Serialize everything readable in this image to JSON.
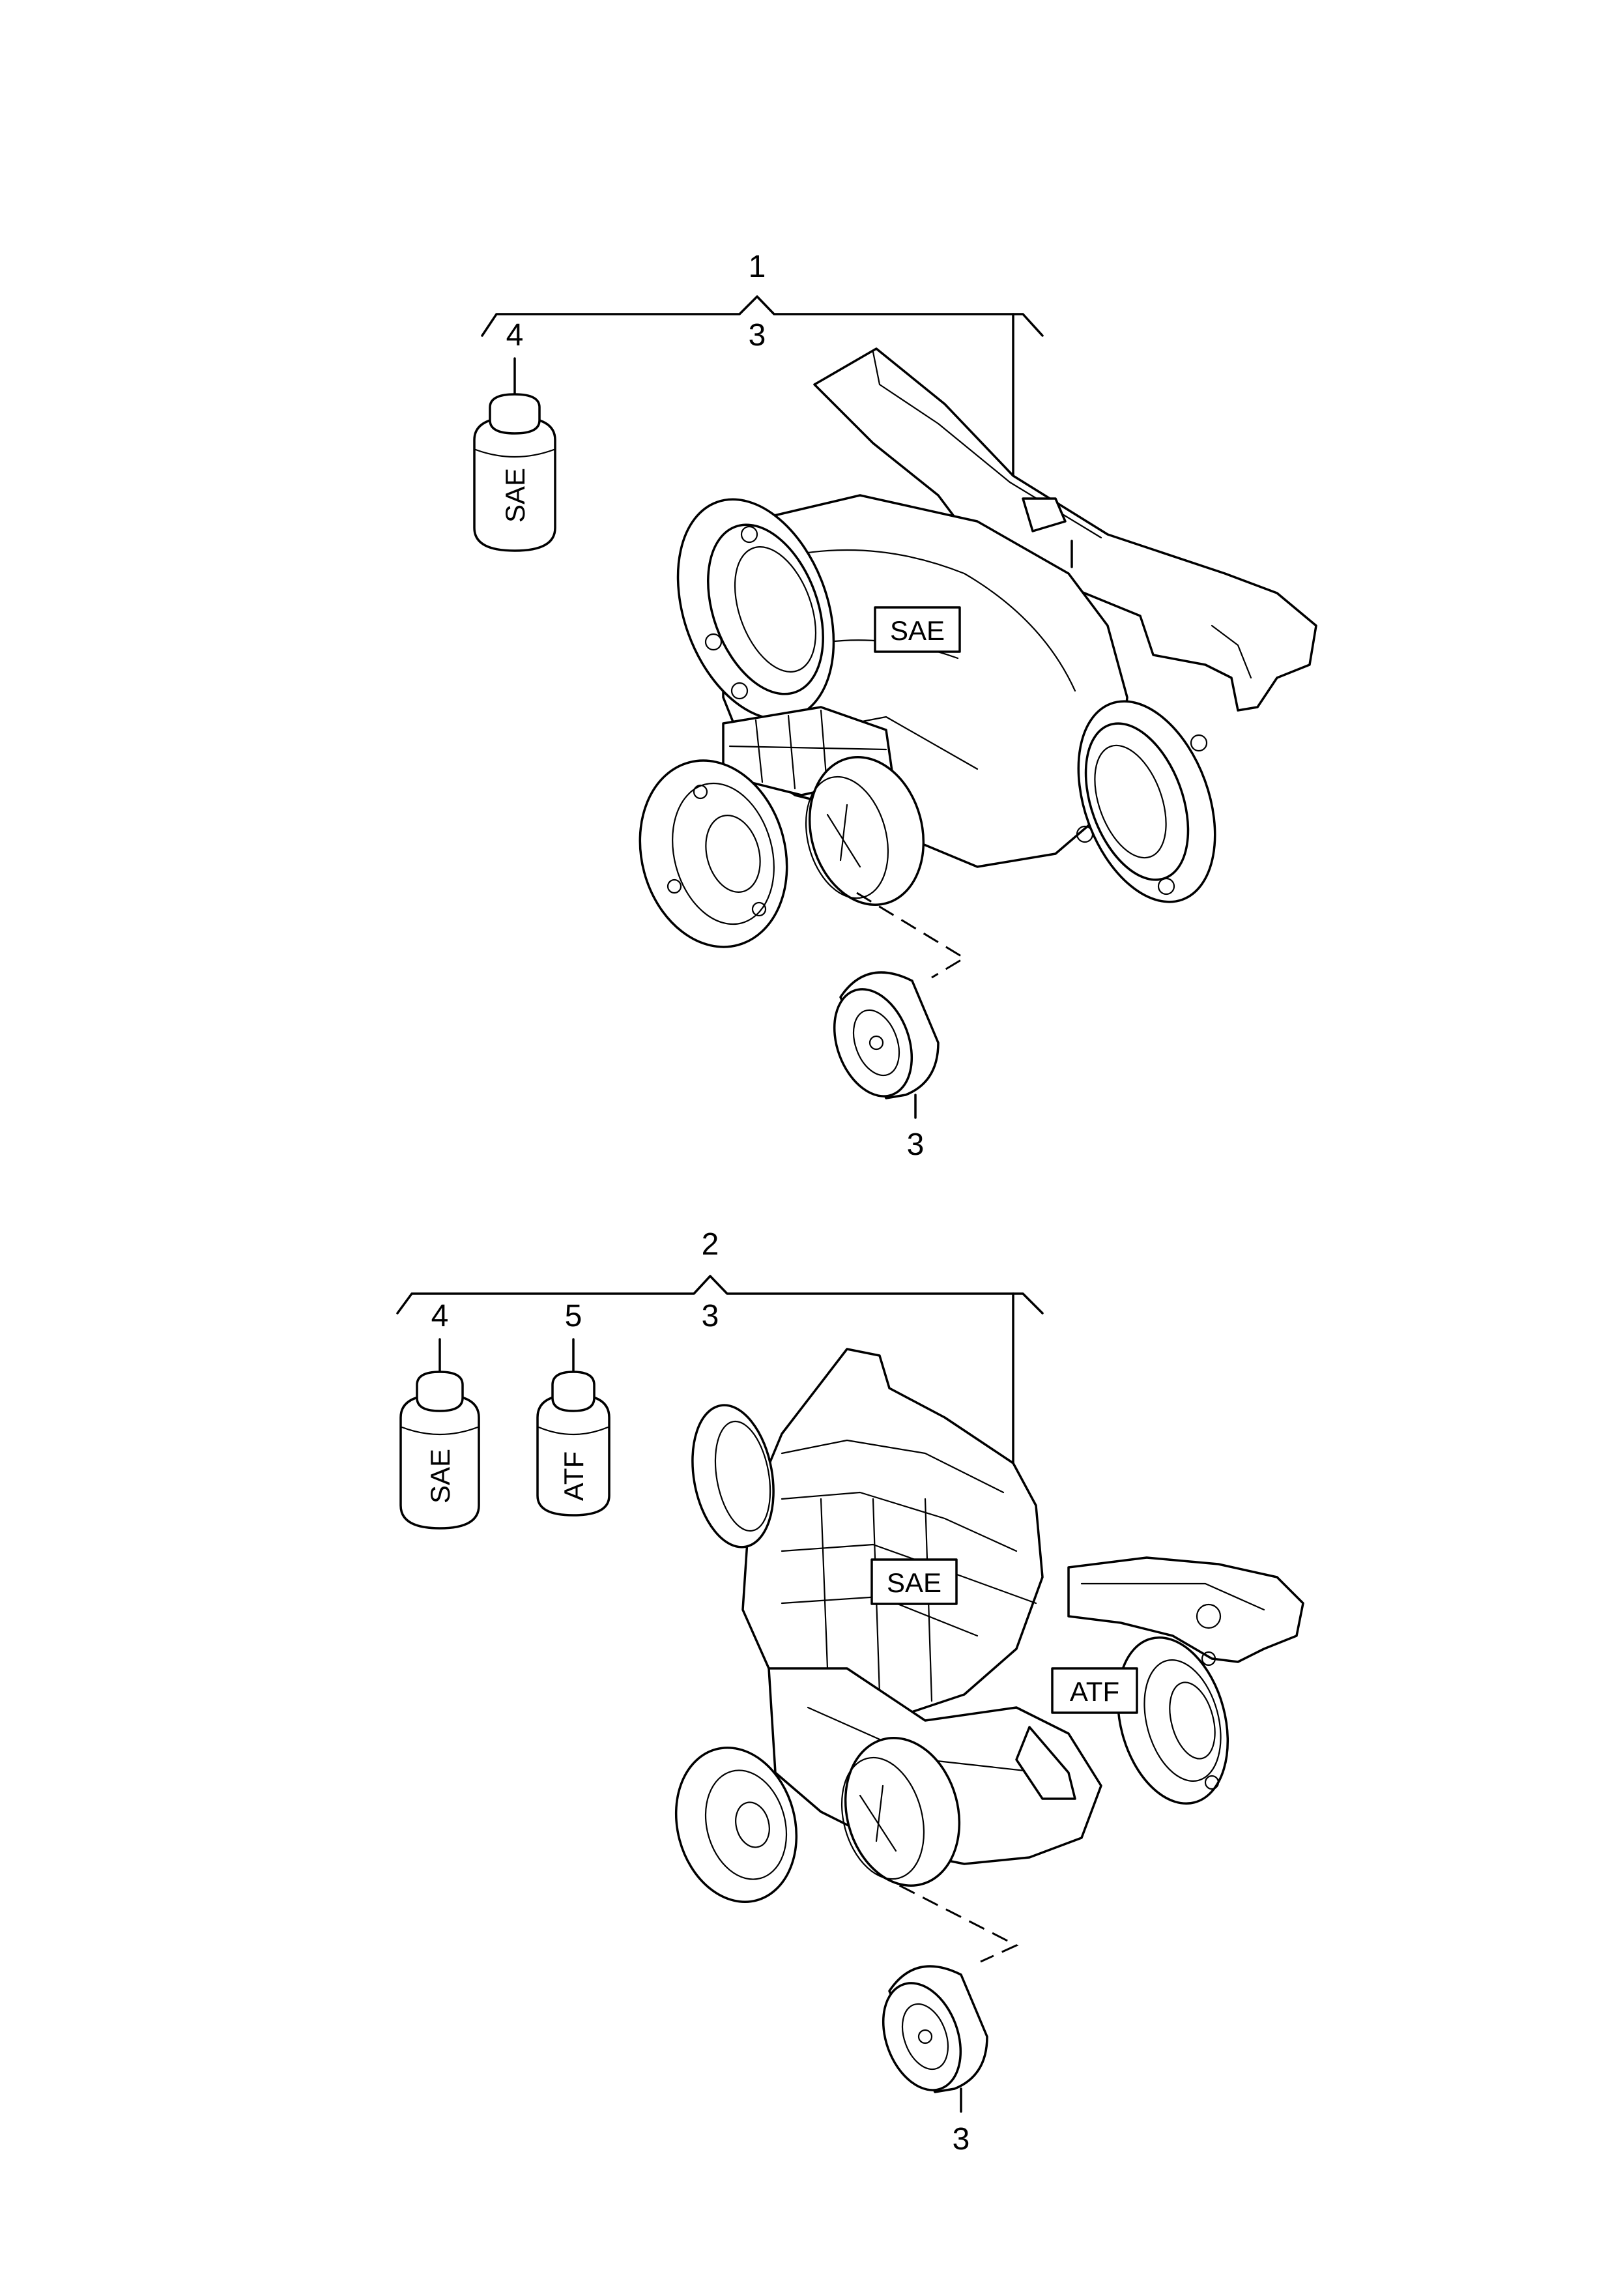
{
  "group1": {
    "ref": "1",
    "sub_ref": "3",
    "bottle": {
      "ref": "4",
      "label": "SAE"
    },
    "unit_label": "SAE",
    "mount_ref": "3"
  },
  "group2": {
    "ref": "2",
    "sub_ref": "3",
    "bottle_sae": {
      "ref": "4",
      "label": "SAE"
    },
    "bottle_atf": {
      "ref": "5",
      "label": "ATF"
    },
    "unit_label_sae": "SAE",
    "unit_label_atf": "ATF",
    "mount_ref": "3"
  }
}
